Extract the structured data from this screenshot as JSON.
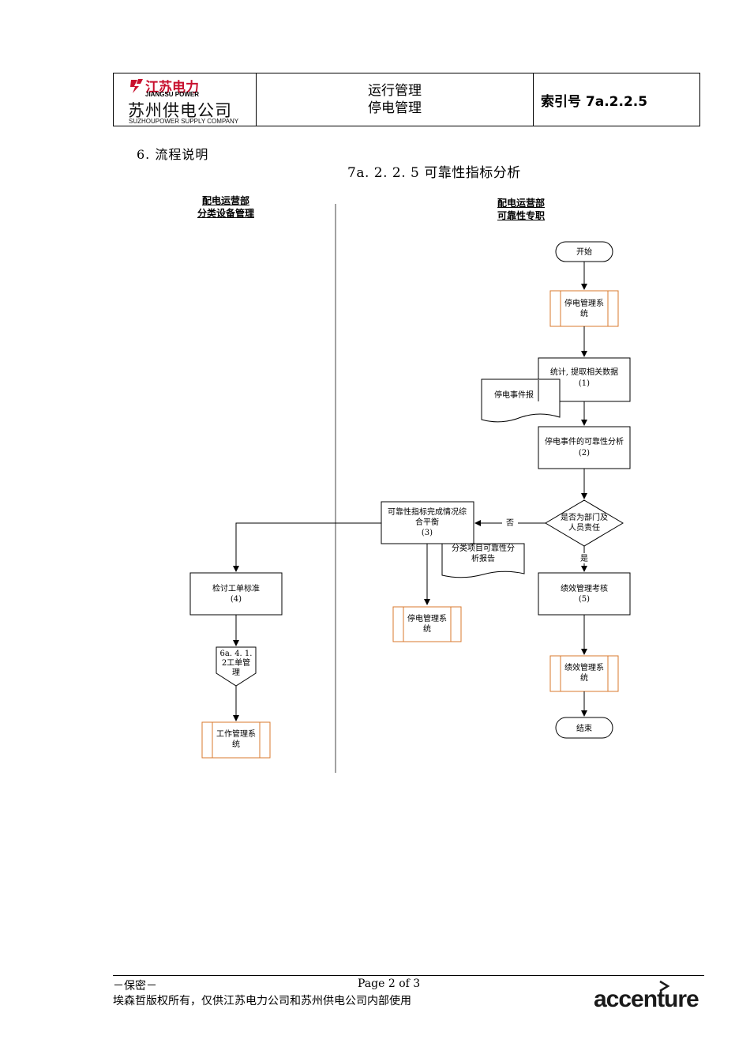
{
  "header": {
    "logo": {
      "cn_top": "江苏电力",
      "en_top": "JIANGSU POWER",
      "cn_main": "苏州供电公司",
      "en_main": "SUZHOUPOWER SUPPLY COMPANY"
    },
    "title_line1": "运行管理",
    "title_line2": "停电管理",
    "index": "索引号 7a.2.2.5"
  },
  "section_heading": "6. 流程说明",
  "flow_title": "7a. 2. 2. 5 可靠性指标分析",
  "lanes": {
    "left": {
      "line1": "配电运营部",
      "line2": "分类设备管理"
    },
    "right": {
      "line1": "配电运营部",
      "line2": "可靠性专职"
    }
  },
  "flowchart": {
    "start": "开始",
    "system_outage_1": {
      "line1": "停电管理系",
      "line2": "统"
    },
    "step1": {
      "line1": "统计, 提取相关数据",
      "line2": "(1)"
    },
    "doc_outage_report": "停电事件报",
    "step2": {
      "line1": "停电事件的可靠性分析",
      "line2": "(2)"
    },
    "decision": {
      "line1": "是否为部门及",
      "line2": "人员责任"
    },
    "label_no": "否",
    "label_yes": "是",
    "step3": {
      "line1": "可靠性指标完成情况综",
      "line2": "合平衡",
      "line3": "(3)"
    },
    "doc_category_report": {
      "line1": "分类项目可靠性分",
      "line2": "析报告"
    },
    "system_outage_2": {
      "line1": "停电管理系",
      "line2": "统"
    },
    "step5": {
      "line1": "绩效管理考核",
      "line2": "(5)"
    },
    "system_performance": {
      "line1": "绩效管理系",
      "line2": "统"
    },
    "end": "结束",
    "step4": {
      "line1": "检讨工单标准",
      "line2": "(4)"
    },
    "offpage_ref": {
      "line1": "6a. 4. 1.",
      "line2": "2工单管",
      "line3": "理"
    },
    "system_work": {
      "line1": "工作管理系",
      "line2": "统"
    }
  },
  "footer": {
    "confidential": "－保密－",
    "page": "Page 2 of 3",
    "copyright": "埃森哲版权所有，仅供江苏电力公司和苏州供电公司内部使用",
    "brand": "accenture"
  }
}
